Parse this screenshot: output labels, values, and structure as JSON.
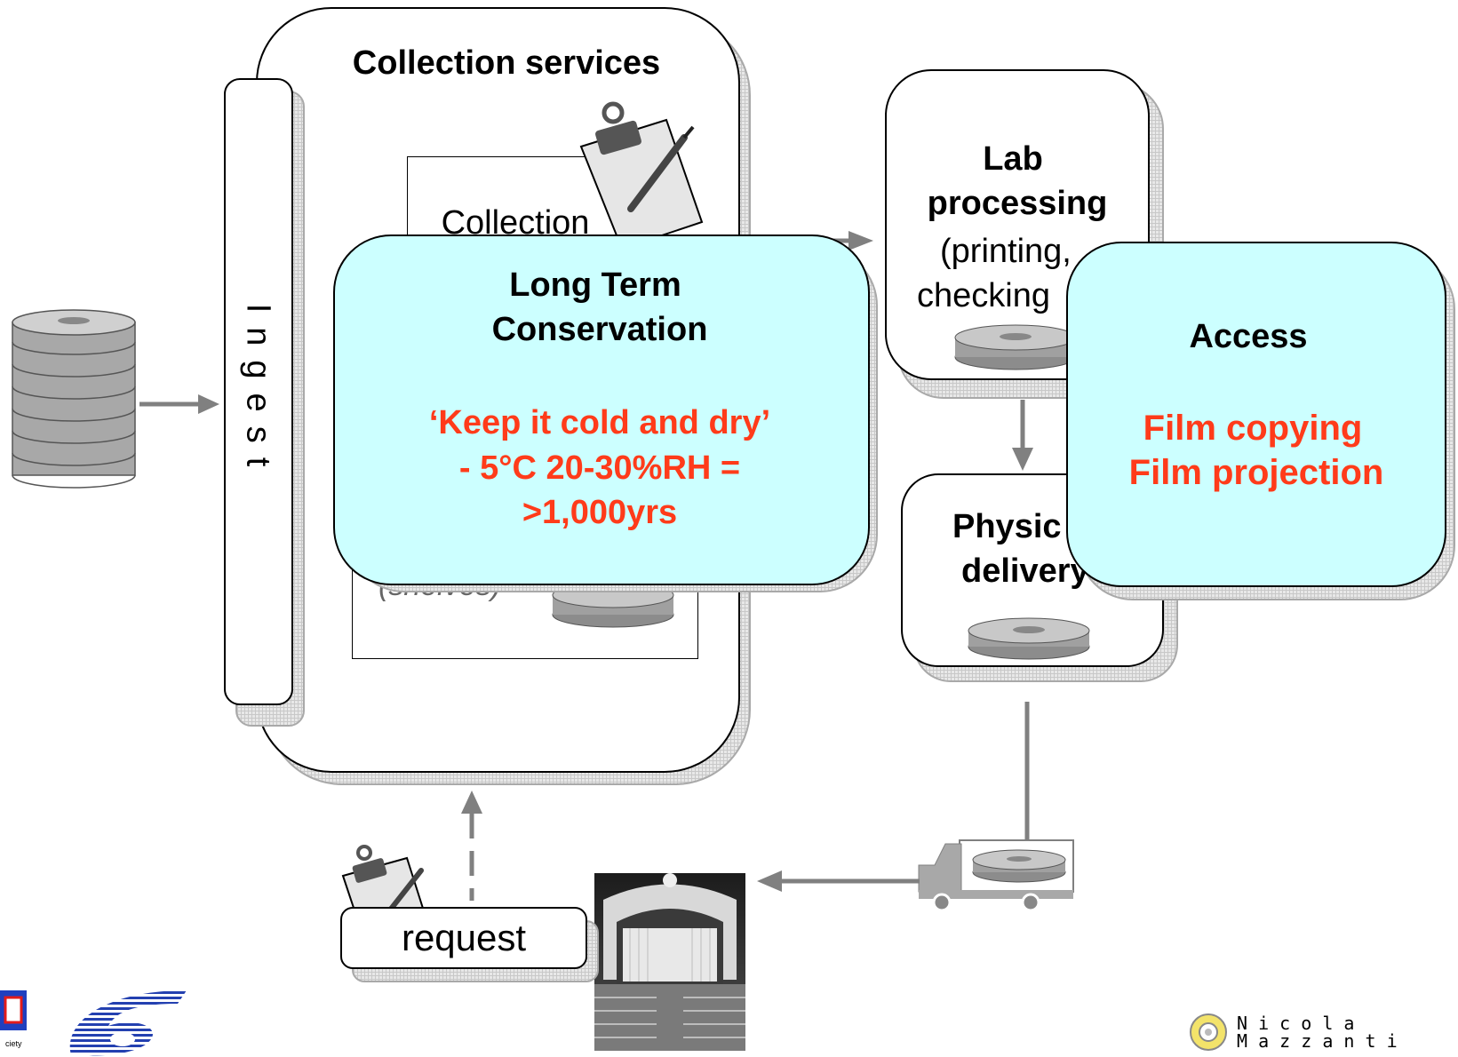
{
  "collection": {
    "title": "Collection services",
    "inner_label": "Collection",
    "shelves": "(shelves)"
  },
  "ingest": {
    "label": "Ingest"
  },
  "lab": {
    "title_line1": "Lab",
    "title_line2": "processing",
    "sub_line1": "(printing,",
    "sub_line2": "checking"
  },
  "physical": {
    "line1": "Physic",
    "line2": "delivery"
  },
  "ltc": {
    "title_line1": "Long Term",
    "title_line2": "Conservation",
    "red_line1": "‘Keep it cold and dry’",
    "red_line2": "- 5°C 20-30%RH =",
    "red_line3": ">1,000yrs"
  },
  "access": {
    "title": "Access",
    "red_line1": "Film copying",
    "red_line2": "Film projection"
  },
  "request": {
    "label": "request"
  },
  "logo": {
    "name_line1": "N i c o l a",
    "name_line2": "M a z z a n t i",
    "eu_text": "ciety"
  },
  "icons": [
    "film-reel-stack-icon",
    "clipboard-icon",
    "film-reel-icon",
    "truck-icon",
    "cinema-photo",
    "eu-logo",
    "fp6-logo",
    "nicola-mazzanti-logo"
  ],
  "colors": {
    "highlight_box": "#ccffff",
    "emphasis_text": "#ff3b1a",
    "arrow": "#808080"
  }
}
